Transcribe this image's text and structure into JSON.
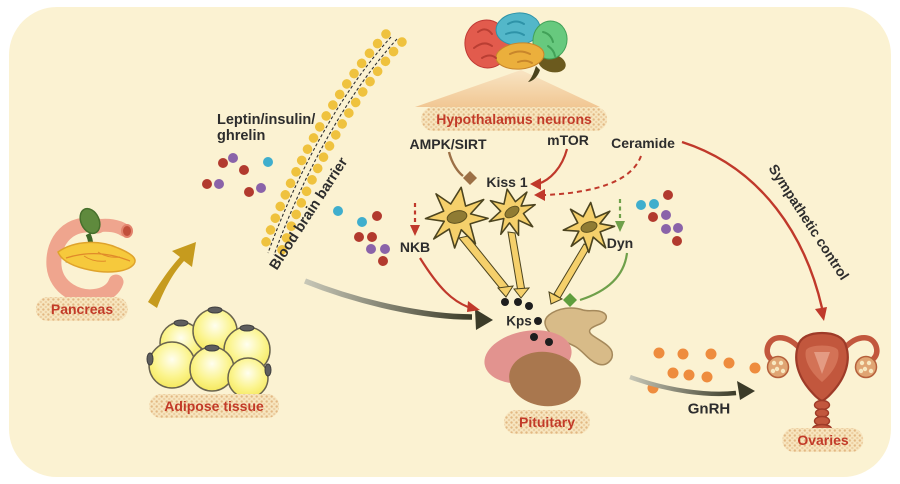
{
  "figure": {
    "type": "biomedical-pathway-diagram",
    "background": "#FFFFFF",
    "panel_color": "#FBF2D2"
  },
  "labels": {
    "hypothalamus_neurons": "Hypothalamus neurons",
    "ampk_sirt": "AMPK/SIRT",
    "mtor": "mTOR",
    "ceramide": "Ceramide",
    "kiss1": "Kiss 1",
    "nkb": "NKB",
    "dyn": "Dyn",
    "kps": "Kps",
    "leptin_line1": "Leptin/insulin/",
    "leptin_line2": "ghrelin",
    "blood_brain_barrier": "Blood brain barrier",
    "pancreas": "Pancreas",
    "adipose_tissue": "Adipose tissue",
    "pituitary": "Pituitary",
    "gnrh": "GnRH",
    "sympathetic_control": "Sympathetic control",
    "ovaries": "Ovaries"
  },
  "colors": {
    "red_label": "#C23A28",
    "black_label": "#2D2D2D",
    "arrow_red": "#C0392B",
    "arrow_green": "#6FA04A",
    "arrow_brown": "#9C7046",
    "arrow_gold": "#C69B1E",
    "arrow_dark_olive": "#3B3B28",
    "neuron_yellow": "#F5D06B",
    "barrier_yellow": "#EFC23E",
    "dot_red": "#B23A2E",
    "dot_purple": "#8A63A9",
    "dot_cyan": "#3FAECD",
    "dot_orange": "#EE8C3E",
    "dot_black": "#1E1E1E"
  }
}
